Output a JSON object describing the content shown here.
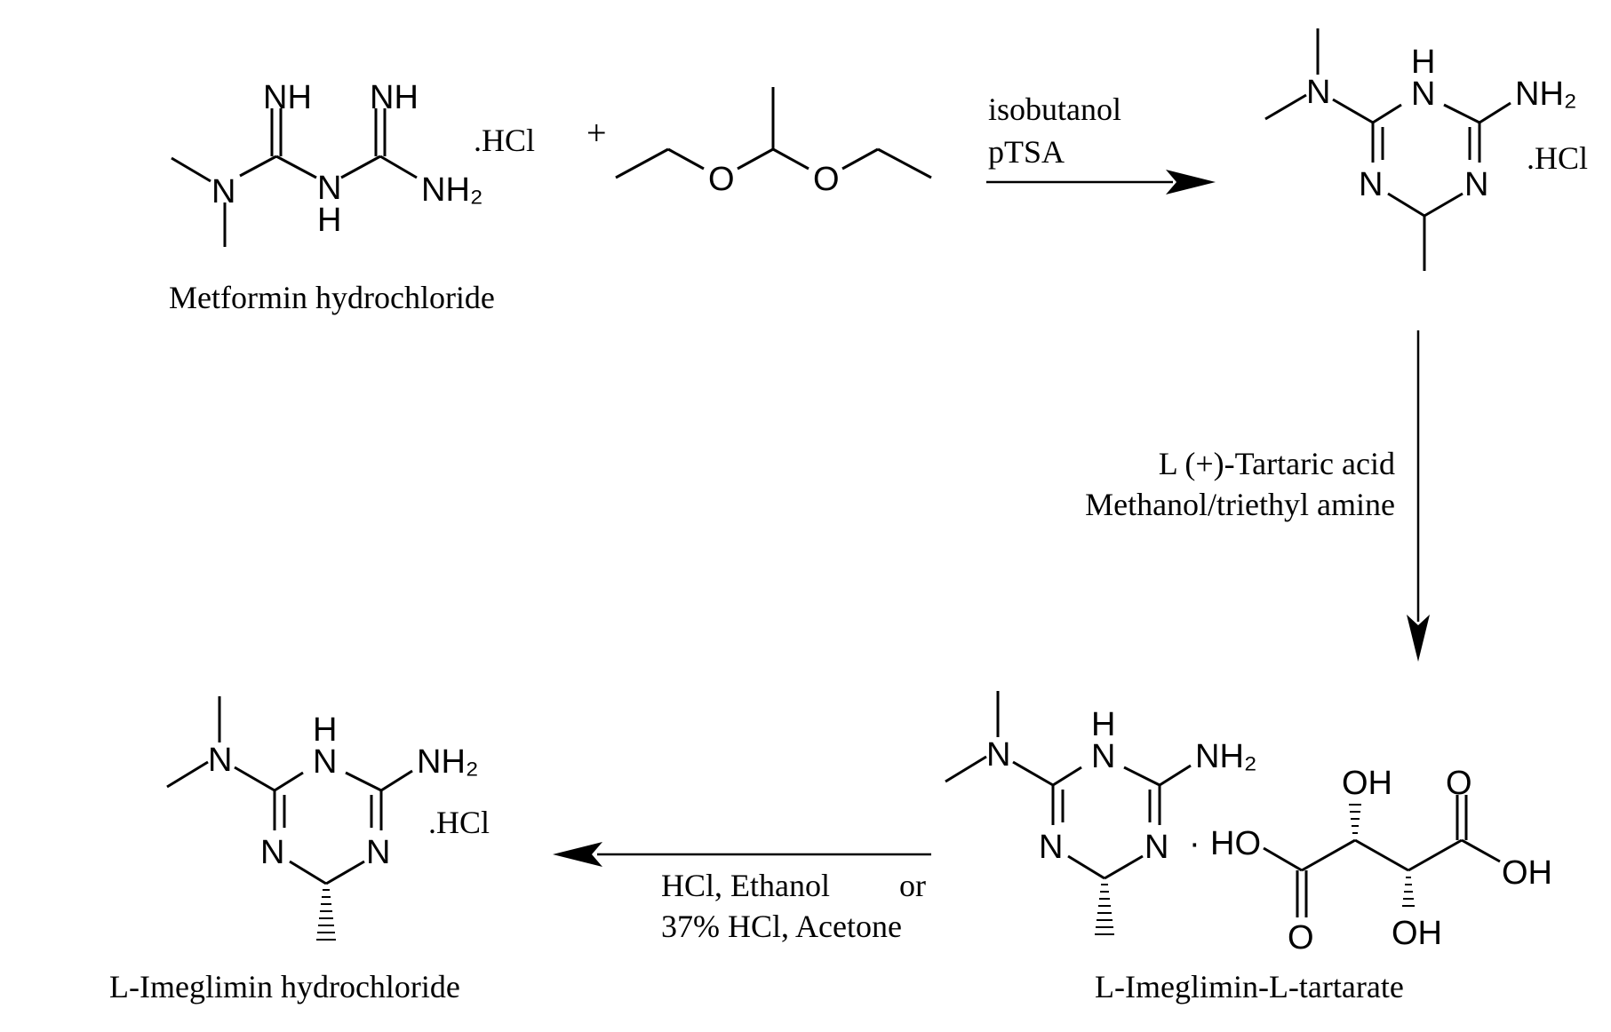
{
  "reactants": {
    "metformin_name": "Metformin hydrochloride",
    "metformin_salt": ".HCl",
    "plus": "+",
    "atoms": {
      "nh": "NH",
      "n": "N",
      "h": "H",
      "nh2": "NH₂",
      "o": "O"
    }
  },
  "step1": {
    "reagent_line1": "isobutanol",
    "reagent_line2": "pTSA",
    "product_salt": ".HCl"
  },
  "step2": {
    "reagent_line1": "L (+)-Tartaric acid",
    "reagent_line2": "Methanol/triethyl amine"
  },
  "tartarate": {
    "name": "L-Imeglimin-L-tartarate",
    "dot": "·",
    "atoms": {
      "ho": "HO",
      "oh": "OH",
      "o": "O"
    }
  },
  "step3": {
    "reagent_line1": "HCl, Ethanol",
    "reagent_or": "or",
    "reagent_line2": "37% HCl, Acetone"
  },
  "final_product": {
    "name": "L-Imeglimin hydrochloride",
    "salt": ".HCl"
  }
}
